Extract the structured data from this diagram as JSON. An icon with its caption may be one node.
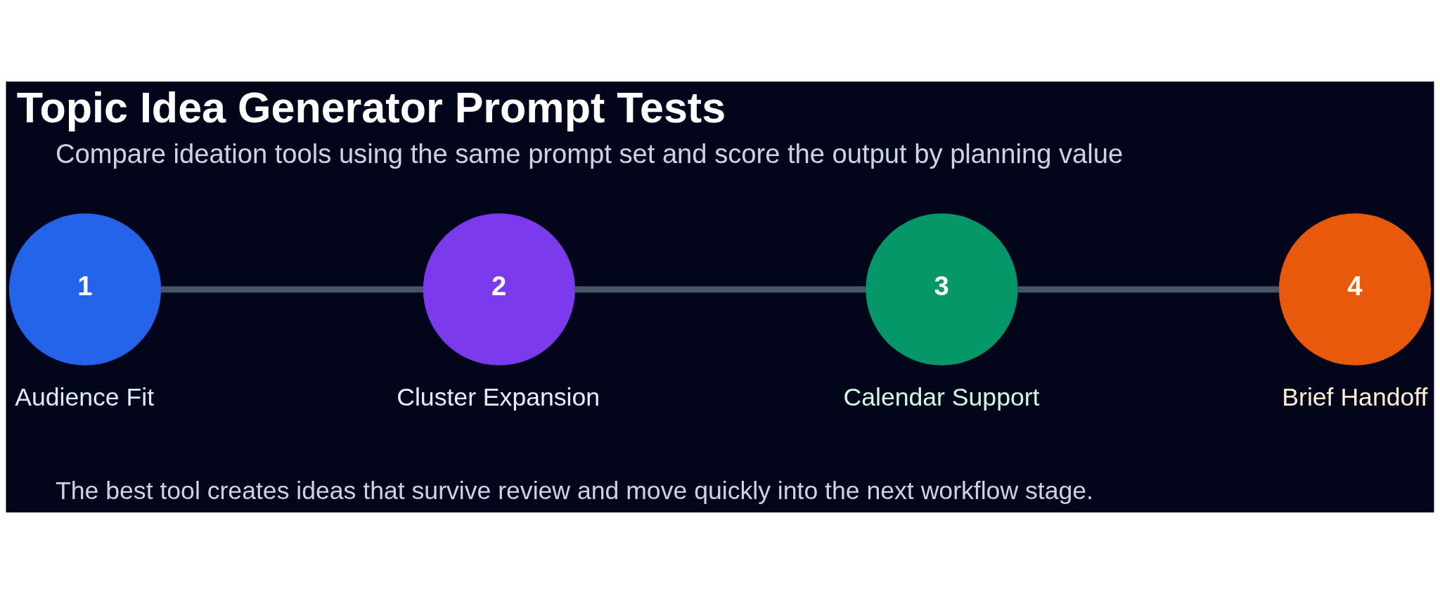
{
  "diagram": {
    "title": "Topic Idea Generator Prompt Tests",
    "nodes": [
      {
        "text": [
          "1"
        ],
        "beside": [
          "Audience Fit"
        ]
      },
      {
        "text": [
          "2"
        ],
        "beside": [
          "Cluster Expansion"
        ]
      },
      {
        "text": [
          "3"
        ],
        "beside": [
          "Calendar Support"
        ]
      },
      {
        "text": [
          "4"
        ],
        "beside": [
          "Brief Handoff"
        ]
      }
    ],
    "edges": [
      {
        "from": 0,
        "to": 1,
        "arrow": "none"
      },
      {
        "from": 1,
        "to": 2,
        "arrow": "none"
      },
      {
        "from": 2,
        "to": 3,
        "arrow": "none"
      }
    ],
    "labels": [
      "Compare ideation tools using the same prompt set and score the output by planning value",
      "The best tool creates ideas that survive review and move quickly into the next workflow stage."
    ]
  }
}
